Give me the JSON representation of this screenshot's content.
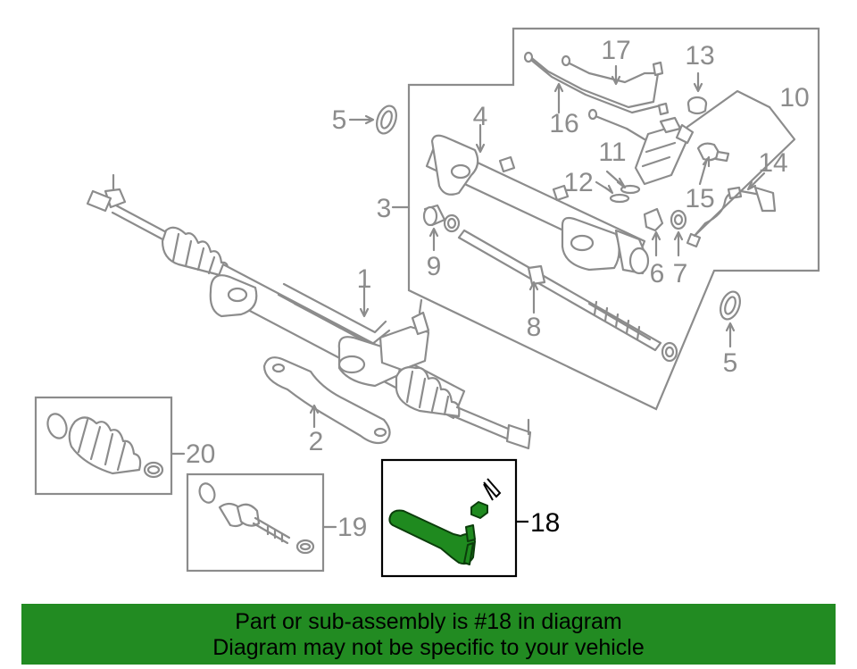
{
  "diagram": {
    "callouts": {
      "c1": "1",
      "c2": "2",
      "c3": "3",
      "c4": "4",
      "c5a": "5",
      "c5b": "5",
      "c6": "6",
      "c7": "7",
      "c8": "8",
      "c9": "9",
      "c10": "10",
      "c11": "11",
      "c12": "12",
      "c13": "13",
      "c14": "14",
      "c15": "15",
      "c16": "16",
      "c17": "17",
      "c18": "18",
      "c19": "19",
      "c20": "20"
    },
    "highlight_color": "#1f8a1f",
    "line_color": "#8c8c8c"
  },
  "banner": {
    "line1": "Part or sub-assembly is #18 in diagram",
    "line2": "Diagram may not be specific to your vehicle",
    "background": "#228b22"
  }
}
